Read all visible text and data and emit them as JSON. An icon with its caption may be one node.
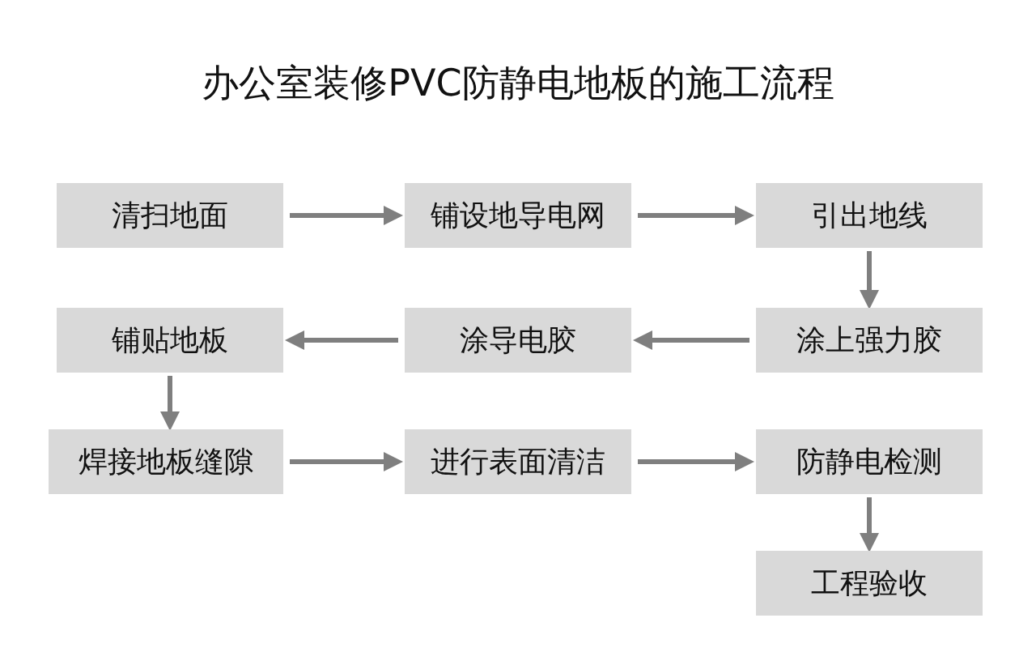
{
  "diagram": {
    "title": "办公室装修PVC防静电地板的施工流程",
    "nodes": [
      {
        "text": [
          "清扫地面"
        ]
      },
      {
        "text": [
          "铺设地导电网"
        ]
      },
      {
        "text": [
          "引出地线"
        ]
      },
      {
        "text": [
          "铺贴地板"
        ]
      },
      {
        "text": [
          "涂导电胶"
        ]
      },
      {
        "text": [
          "涂上强力胶"
        ]
      },
      {
        "text": [
          "焊接地板缝隙"
        ]
      },
      {
        "text": [
          "进行表面清洁"
        ]
      },
      {
        "text": [
          "防静电检测"
        ]
      },
      {
        "text": [
          "工程验收"
        ]
      }
    ],
    "edges": [
      {
        "from": 0,
        "to": 1,
        "arrow": "to"
      },
      {
        "from": 1,
        "to": 2,
        "arrow": "to"
      },
      {
        "from": 2,
        "to": 5,
        "arrow": "to"
      },
      {
        "from": 5,
        "to": 4,
        "arrow": "to"
      },
      {
        "from": 4,
        "to": 3,
        "arrow": "to"
      },
      {
        "from": 3,
        "to": 6,
        "arrow": "to"
      },
      {
        "from": 6,
        "to": 7,
        "arrow": "to"
      },
      {
        "from": 7,
        "to": 8,
        "arrow": "to"
      },
      {
        "from": 8,
        "to": 9,
        "arrow": "to"
      }
    ]
  }
}
